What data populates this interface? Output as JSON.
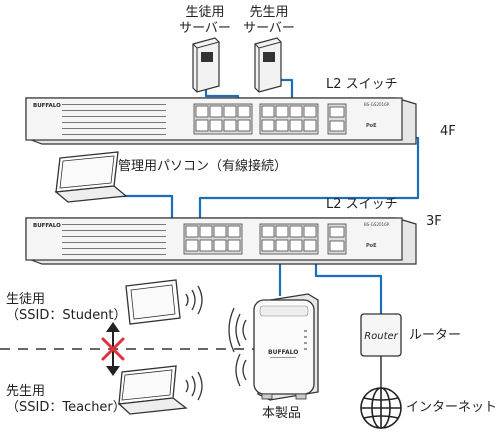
{
  "labels": {
    "student_server": [
      "生徒用",
      "サーバー"
    ],
    "teacher_server": [
      "先生用",
      "サーバー"
    ],
    "l2_switch_top": "L2 スイッチ",
    "floor_4f": "4F",
    "admin_pc": "管理用パソコン（有線接続）",
    "l2_switch_bottom": "L2 スイッチ",
    "floor_3f": "3F",
    "student_device": [
      "生徒用",
      "（SSID：Student）"
    ],
    "teacher_device": [
      "先生用",
      "（SSID：Teacher）"
    ],
    "router_text": "Router",
    "router_label": "ルーター",
    "internet_label": "インターネット",
    "ap_label": "本製品",
    "buffalo_logo": "BUFFALO",
    "switch_model": "BS-GS2016P",
    "poe_label": "PoE"
  },
  "colors": {
    "link": "#1a6fb8",
    "blocked": "#e0303a",
    "device_fill": "#f7f7f7",
    "switch_fill": "#eeeeee",
    "line": "#333333"
  }
}
